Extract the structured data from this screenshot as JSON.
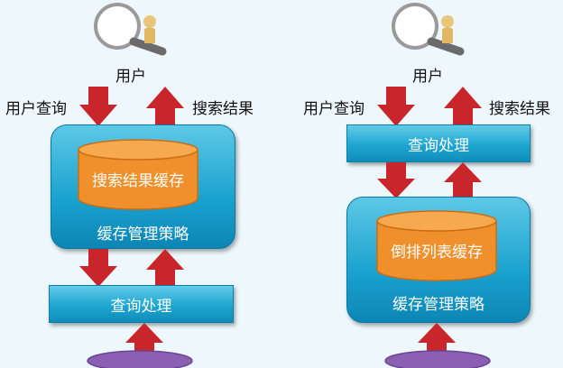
{
  "left": {
    "user": "用户",
    "query": "用户查询",
    "results": "搜索结果",
    "cache_store": "搜索结果缓存",
    "cache_policy": "缓存管理策略",
    "process": "查询处理"
  },
  "right": {
    "user": "用户",
    "query": "用户查询",
    "results": "搜索结果",
    "process": "查询处理",
    "cache_store": "倒排列表缓存",
    "cache_policy": "缓存管理策略"
  },
  "colors": {
    "box_blue": "#1ea6d1",
    "cache_orange": "#f0902c",
    "arrow_red": "#c9262b",
    "database_purple": "#8b5fb3"
  }
}
